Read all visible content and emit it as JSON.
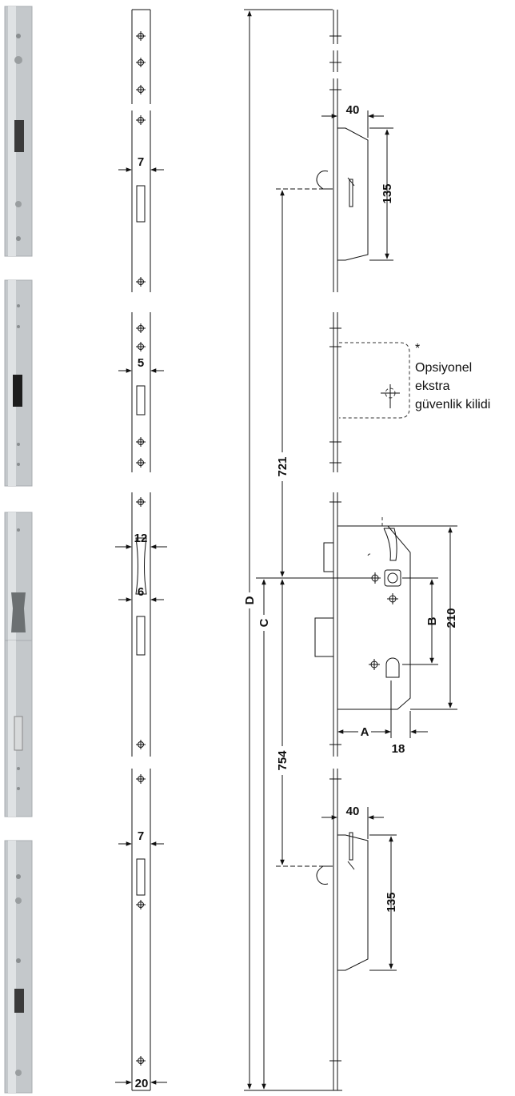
{
  "dimensions": {
    "strip_top_width": "7",
    "strip_mid_width": "5",
    "strip_roller_width": "12",
    "strip_latch_width": "6",
    "strip_lower_width": "7",
    "strip_bottom_width": "20",
    "top_lock_depth": "40",
    "top_lock_height": "135",
    "top_to_center": "721",
    "center_to_bottom_lock": "754",
    "overall_length": "D",
    "center_height": "C",
    "main_lock_height": "210",
    "backset_var": "B",
    "backset_a": "A",
    "faceplate_offset": "18",
    "bottom_lock_depth": "40",
    "bottom_lock_height": "135"
  },
  "annotation": {
    "asterisk": "*",
    "line1": "Opsiyonel",
    "line2": "ekstra",
    "line3": "güvenlik kilidi"
  },
  "colors": {
    "line": "#111111",
    "photo": "#c4c8cb",
    "background": "#ffffff"
  }
}
